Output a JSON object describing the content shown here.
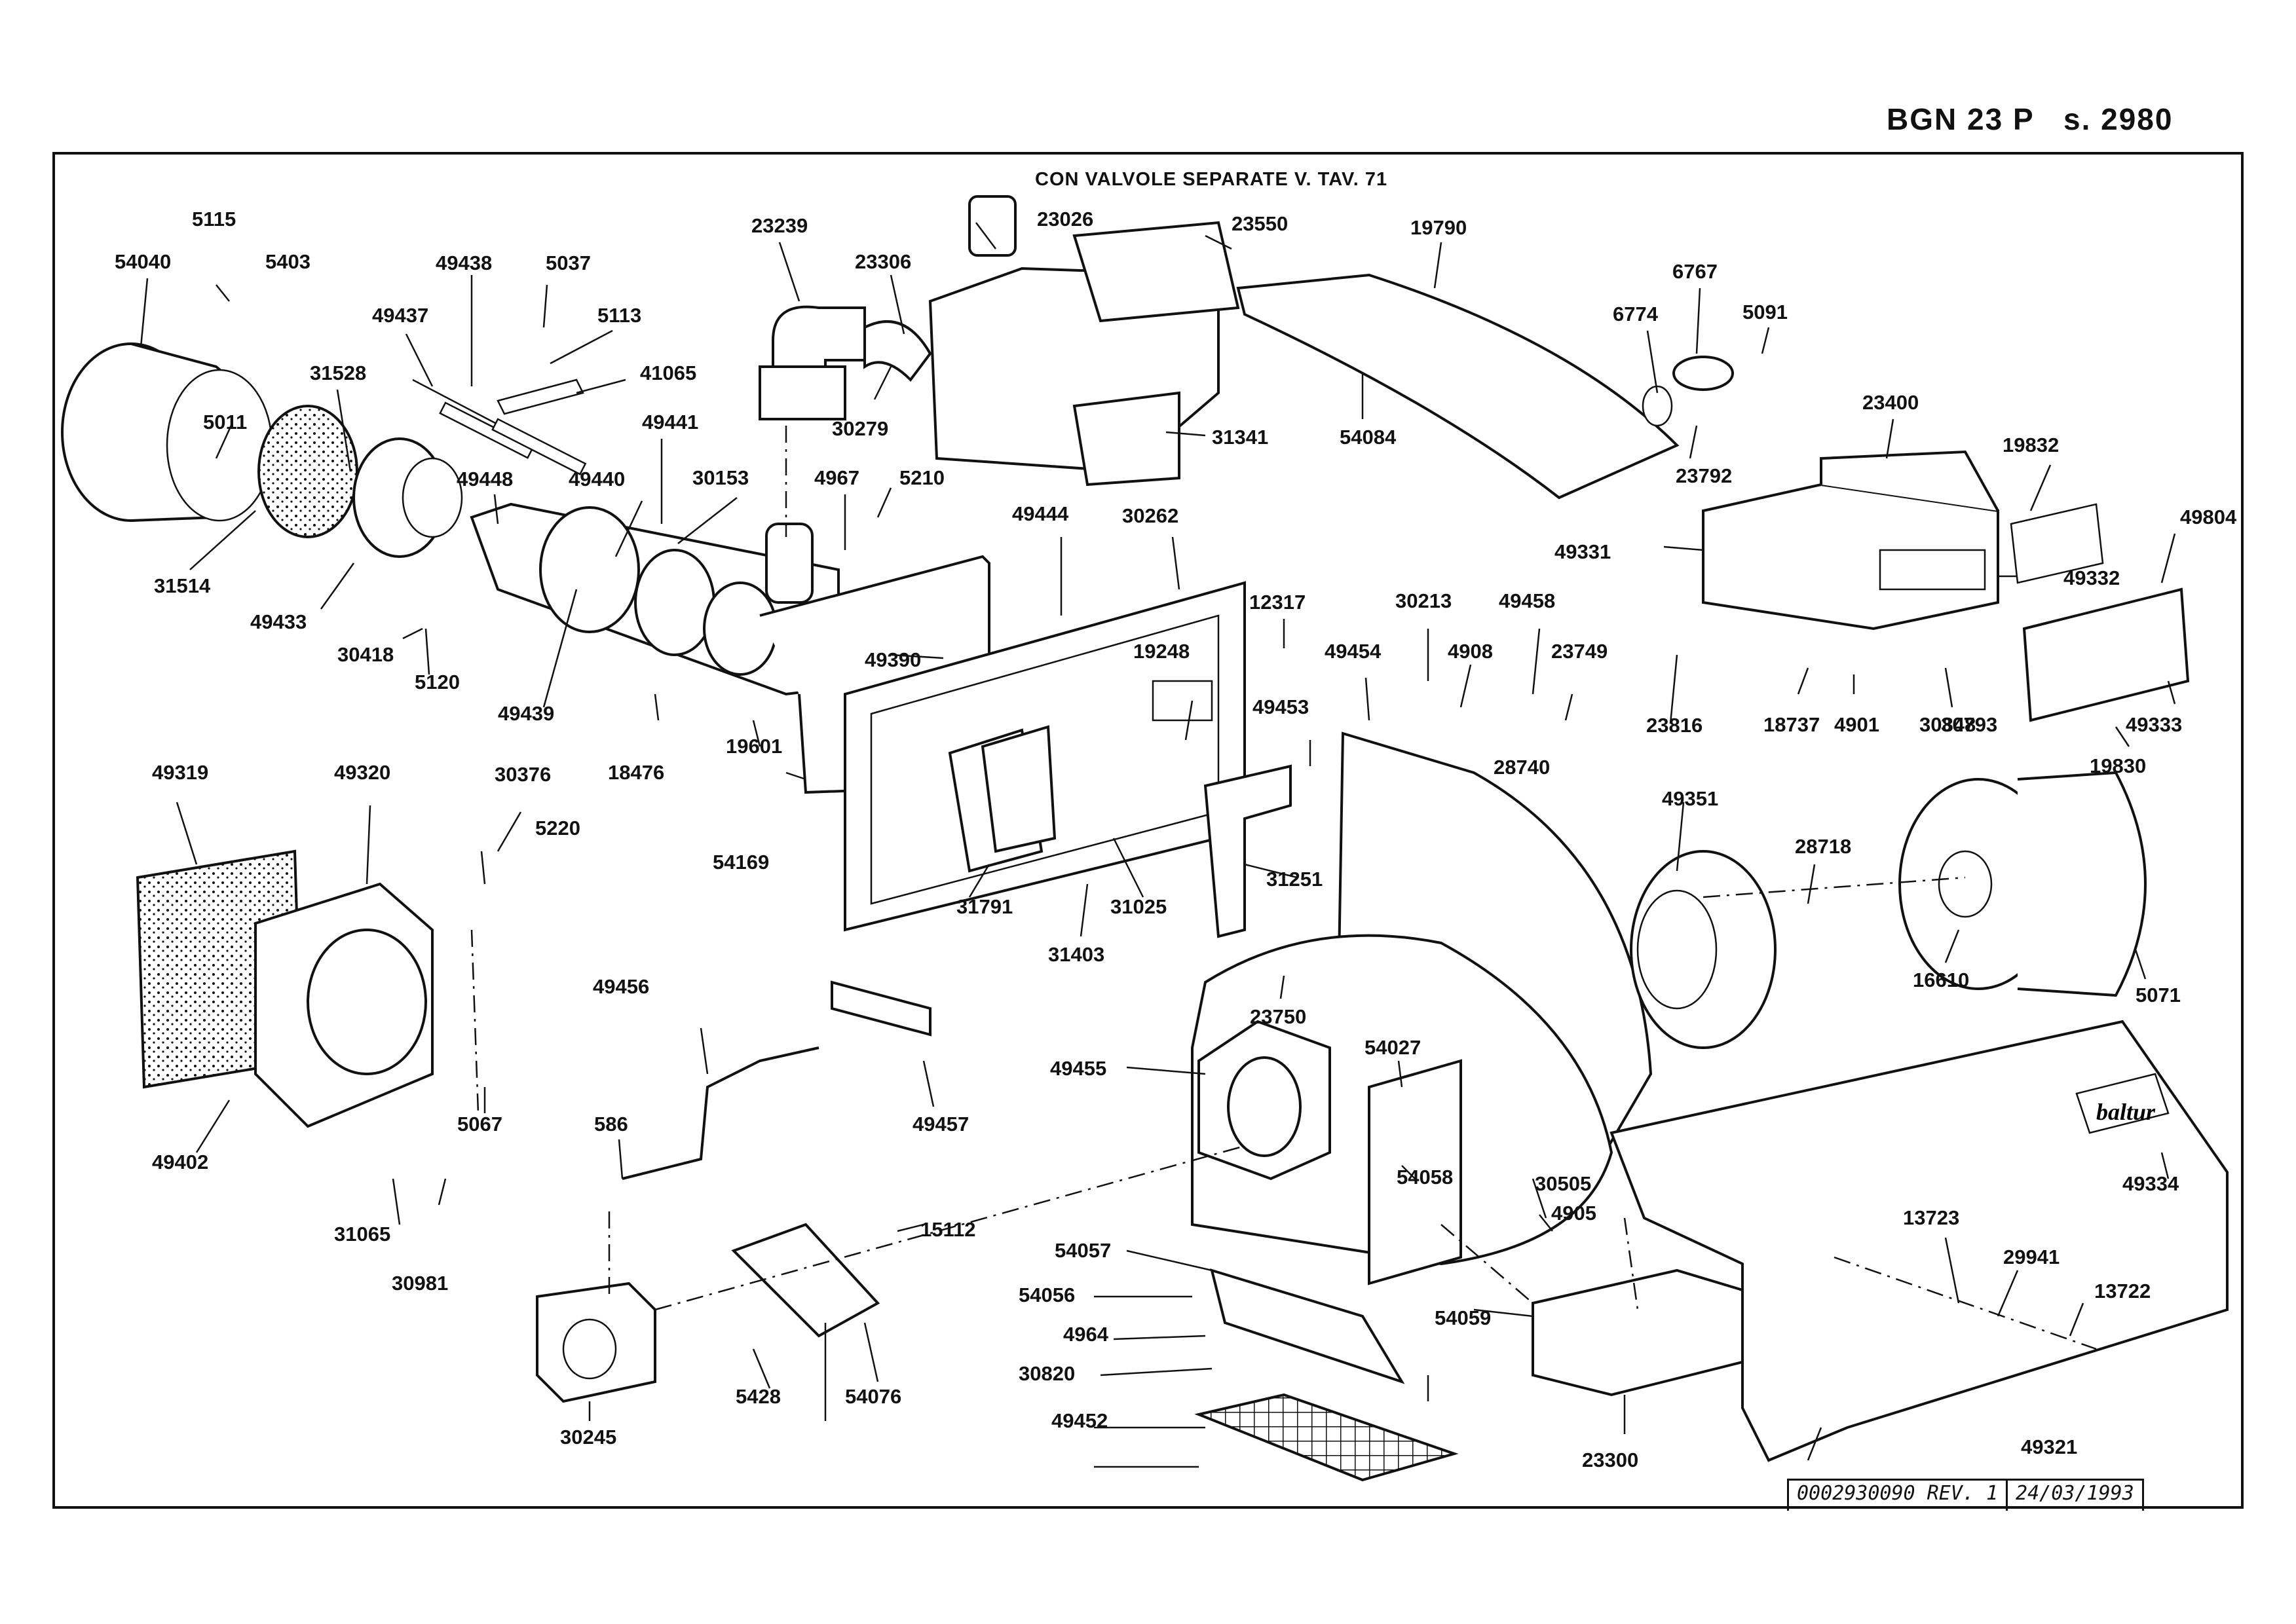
{
  "header": {
    "model": "BGN 23 P",
    "series": "s. 2980"
  },
  "note": "CON VALVOLE SEPARATE V. TAV. 71",
  "stamp": {
    "doc_number": "0002930090 REV. 1",
    "date": "24/03/1993"
  },
  "brand_plate": "baltur",
  "labels": [
    "5115",
    "54040",
    "5403",
    "49438",
    "5037",
    "49437",
    "5113",
    "41065",
    "31528",
    "5011",
    "49441",
    "30153",
    "4967",
    "5210",
    "49448",
    "49440",
    "31514",
    "49433",
    "30418",
    "5120",
    "49439",
    "23239",
    "23026",
    "23550",
    "19790",
    "23306",
    "30279",
    "31341",
    "54084",
    "6774",
    "6767",
    "5091",
    "23792",
    "23400",
    "19832",
    "49444",
    "30262",
    "49390",
    "12317",
    "30213",
    "49458",
    "4908",
    "23749",
    "49331",
    "49804",
    "49332",
    "19248",
    "49454",
    "19601",
    "18476",
    "54169",
    "49453",
    "23816",
    "28740",
    "18737",
    "4901",
    "30848",
    "30793",
    "49333",
    "19830",
    "49319",
    "49320",
    "30376",
    "5220",
    "31251",
    "31791",
    "31025",
    "31403",
    "49351",
    "28718",
    "16610",
    "5071",
    "49456",
    "23750",
    "49455",
    "54027",
    "5067",
    "49457",
    "586",
    "30981",
    "31065",
    "49402",
    "15112",
    "54058",
    "30505",
    "4905",
    "49334",
    "13723",
    "29941",
    "13722",
    "54057",
    "54056",
    "4964",
    "30820",
    "49452",
    "5428",
    "54076",
    "30245",
    "54059",
    "23300",
    "49321"
  ],
  "icons": [
    "burner-assembly-exploded-diagram"
  ]
}
